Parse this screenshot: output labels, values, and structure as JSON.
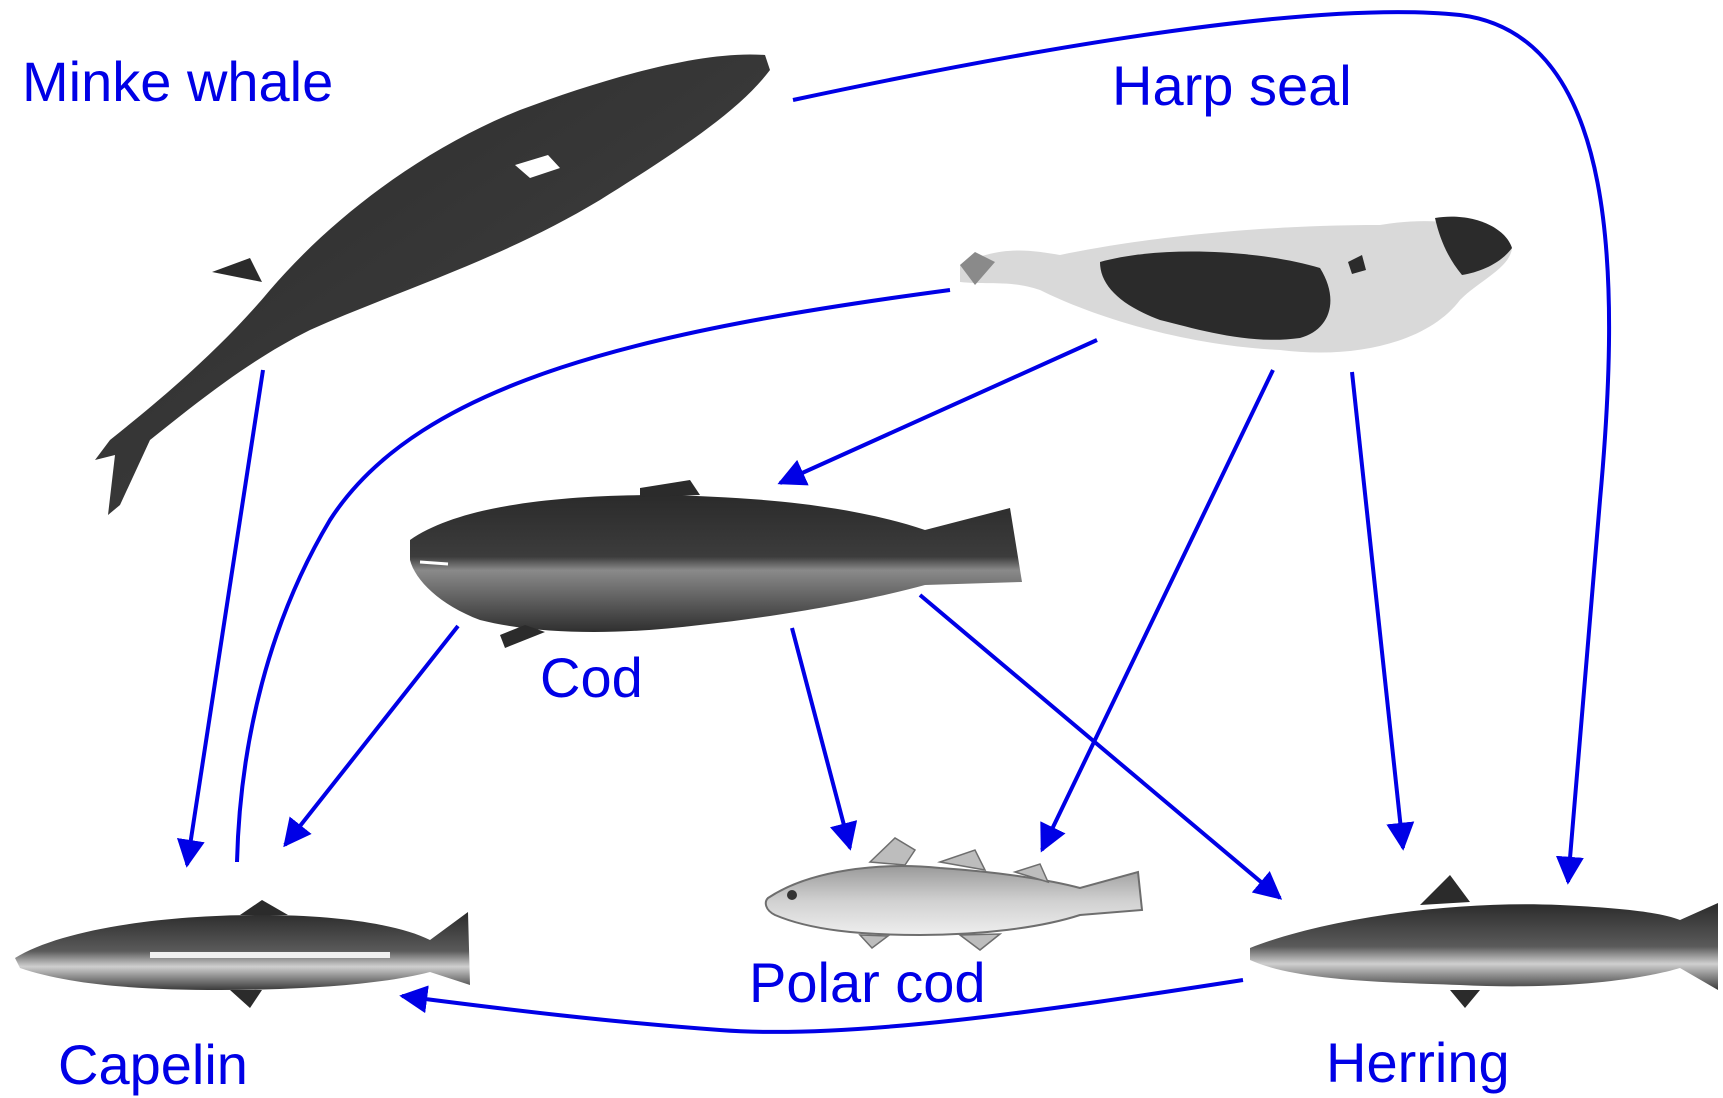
{
  "labels": {
    "minke_whale": "Minke whale",
    "harp_seal": "Harp seal",
    "cod": "Cod",
    "polar_cod": "Polar cod",
    "capelin": "Capelin",
    "herring": "Herring"
  },
  "colors": {
    "arrow": "#0000e6",
    "label": "#0000e6",
    "animal_dark": "#2b2b2b",
    "animal_light": "#d9d9d9",
    "polar_cod_body": "#c9c9c9"
  },
  "links": [
    {
      "from": "Minke whale",
      "to": "Capelin"
    },
    {
      "from": "Minke whale",
      "to": "Herring"
    },
    {
      "from": "Harp seal",
      "to": "Capelin"
    },
    {
      "from": "Harp seal",
      "to": "Cod"
    },
    {
      "from": "Harp seal",
      "to": "Polar cod"
    },
    {
      "from": "Harp seal",
      "to": "Herring"
    },
    {
      "from": "Cod",
      "to": "Capelin"
    },
    {
      "from": "Cod",
      "to": "Polar cod"
    },
    {
      "from": "Cod",
      "to": "Herring"
    },
    {
      "from": "Herring",
      "to": "Capelin"
    }
  ]
}
